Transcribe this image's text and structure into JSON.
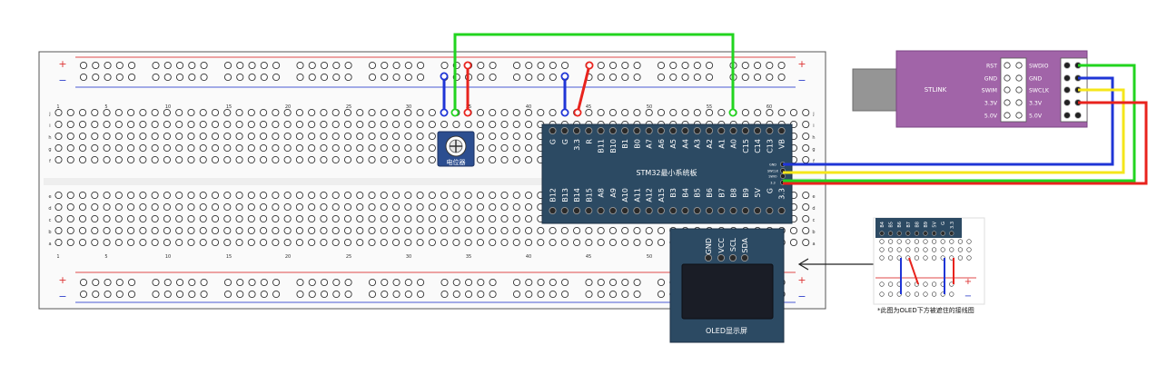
{
  "breadboard": {
    "rail_top_plus": "+",
    "rail_top_minus": "−",
    "rail_bottom_plus": "+",
    "rail_bottom_minus": "−",
    "column_numbers": [
      "1",
      "5",
      "10",
      "15",
      "20",
      "25",
      "30",
      "35",
      "40",
      "45",
      "50",
      "55",
      "60"
    ],
    "row_letters_top": [
      "j",
      "i",
      "h",
      "g",
      "f"
    ],
    "row_letters_bottom": [
      "e",
      "d",
      "c",
      "b",
      "a"
    ]
  },
  "potentiometer": {
    "label": "电位器"
  },
  "stm32": {
    "title": "STM32最小系统板",
    "top_pins": [
      "G",
      "G",
      "3.3",
      "R",
      "B11",
      "B10",
      "B1",
      "B0",
      "A7",
      "A6",
      "A5",
      "A4",
      "A3",
      "A2",
      "A1",
      "A0",
      "C15",
      "C14",
      "C13",
      "VB"
    ],
    "bottom_pins": [
      "B12",
      "B13",
      "B14",
      "B15",
      "A8",
      "A9",
      "A10",
      "A11",
      "A12",
      "A15",
      "B3",
      "B4",
      "B5",
      "B6",
      "B7",
      "B8",
      "B9",
      "5V",
      "G",
      "3.3"
    ],
    "debug_pins": [
      "GND",
      "SWCLK",
      "SWIO",
      "3.3"
    ]
  },
  "oled": {
    "title": "OLED显示屏",
    "pins": [
      "GND",
      "VCC",
      "SCL",
      "SDA"
    ]
  },
  "stlink": {
    "label": "STLINK",
    "left_labels": [
      "RST",
      "GND",
      "SWIM",
      "3.3V",
      "5.0V"
    ],
    "right_labels": [
      "SWDIO",
      "GND",
      "SWCLK",
      "3.3V",
      "5.0V"
    ]
  },
  "inset": {
    "pins": [
      "B4",
      "B5",
      "B6",
      "B7",
      "B8",
      "B9",
      "5V",
      "G",
      "3.3"
    ],
    "caption": "*此图为OLED下方被遮住的接线图",
    "plus": "+",
    "minus": "−"
  },
  "colors": {
    "wire_red": "#e8231d",
    "wire_blue": "#1f35d6",
    "wire_green": "#22d41f",
    "wire_yellow": "#f5e61a",
    "board_blue": "#2c4a63",
    "stlink_purple": "#a164a8",
    "rail_red": "#e04a4a",
    "rail_blue": "#4a5bd4"
  }
}
